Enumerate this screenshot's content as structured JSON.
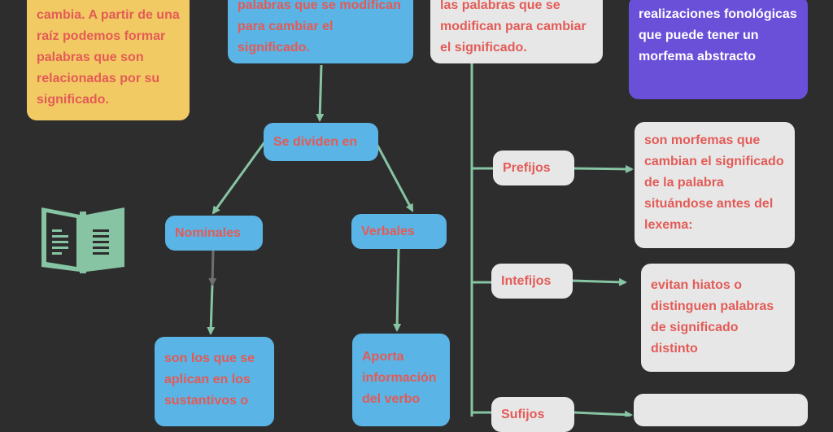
{
  "nodes": {
    "yellow_def": "cambia. A partir de una raíz podemos formar palabras que son relacionadas por su significado.",
    "blue_top": "palabras que se modifican para cambiar el significado.",
    "grey_top": "las palabras que se modifican para cambiar el significado.",
    "purple_def": "realizaciones fonológicas que puede tener un morfema abstracto",
    "se_dividen": "Se dividen en",
    "nominales": "Nominales",
    "verbales": "Verbales",
    "nominales_desc": "son los que se aplican en los sustantivos o",
    "verbales_desc": "Aporta información del verbo",
    "prefijos": "Prefijos",
    "interfijos": "Intefijos",
    "sufijos": "Sufijos",
    "prefijos_desc": "son morfemas que cambian el significado de la palabra situándose antes del lexema:",
    "interfijos_desc": "evitan hiatos o distinguen palabras de significado distinto"
  },
  "colors": {
    "background": "#2d2d2d",
    "yellow": "#f2ca63",
    "blue": "#5ab4e5",
    "grey": "#e7e7e7",
    "purple": "#6a4fd9",
    "text_red": "#e35b57",
    "connector_green": "#86c4a3"
  },
  "icons": [
    "open-book-icon"
  ]
}
